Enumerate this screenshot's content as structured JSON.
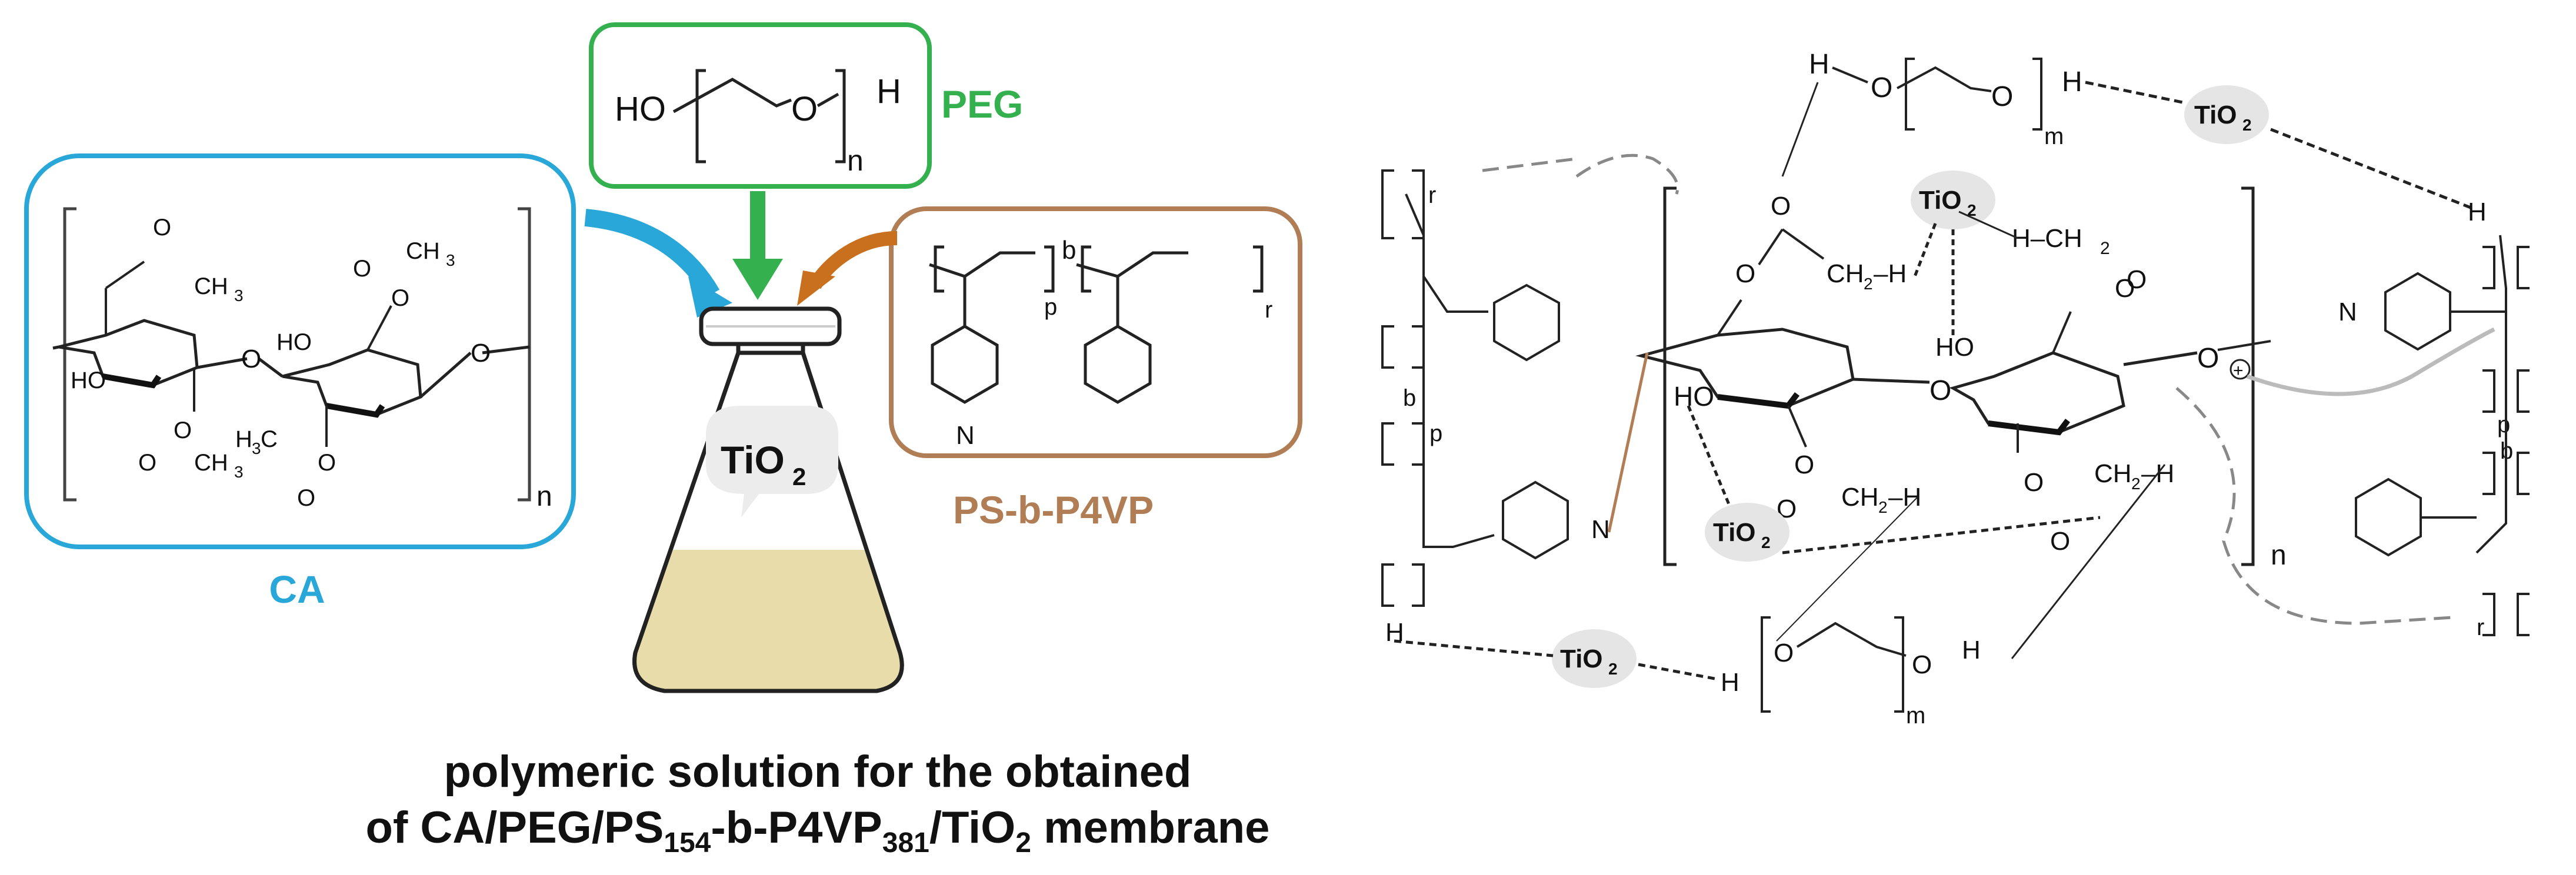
{
  "left_panel": {
    "labels": {
      "ca": "CA",
      "peg": "PEG",
      "psp4vp": "PS-b-P4VP",
      "tio2_flask": "TiO",
      "tio2_sub": "2"
    },
    "colors": {
      "ca": "#29a7d9",
      "peg": "#34b04f",
      "psp4vp": "#b07d55",
      "ps_arrow": "#c8701e",
      "solution": "#e8dcaa"
    },
    "peg_structure": {
      "ho": "HO",
      "o": "O",
      "h": "H",
      "n": "n"
    },
    "ca_structure": {
      "ch3": "CH",
      "h3c": "H",
      "ho": "HO",
      "o": "O",
      "n": "n",
      "three": "3"
    },
    "ps_structure": {
      "b": "b",
      "p": "p",
      "r": "r",
      "n_atom": "N"
    }
  },
  "caption": {
    "line1": "polymeric solution for the obtained",
    "line2_prefix": "of CA/PEG/PS",
    "sub1": "154",
    "mid": "-b-P4VP",
    "sub2": "381",
    "mid2": "/TiO",
    "sub3": "2",
    "suffix": " membrane"
  },
  "right_panel": {
    "tio2": "TiO",
    "tio2_sub": "2",
    "atoms": {
      "h": "H",
      "o": "O",
      "n": "N",
      "ho": "HO",
      "ch2h": "CH",
      "hch2": "H–CH",
      "two": "2",
      "m": "m",
      "n_idx": "n",
      "p": "p",
      "b": "b",
      "r": "r",
      "plus": "+"
    }
  }
}
